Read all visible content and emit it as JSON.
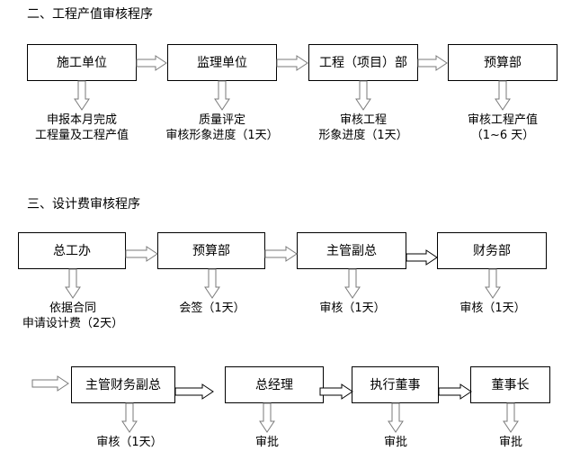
{
  "page": {
    "background": "#ffffff",
    "text_color": "#000000",
    "arrow_color": "#7a7a7a",
    "arrow_color_dark": "#000000",
    "border_color": "#000000"
  },
  "sections": [
    {
      "id": "section-two",
      "title": "二、工程产值审核程序",
      "rows": [
        {
          "id": "row-1",
          "nodes": [
            {
              "label": "施工单位"
            },
            {
              "label": "监理单位"
            },
            {
              "label": "工程（项目）部"
            },
            {
              "label": "预算部"
            }
          ],
          "captions": [
            {
              "lines": [
                "申报本月完成",
                "工程量及工程产值"
              ]
            },
            {
              "lines": [
                "质量评定",
                "审核形象进度（1天）"
              ]
            },
            {
              "lines": [
                "审核工程",
                "形象进度（1天）"
              ]
            },
            {
              "lines": [
                "审核工程产值",
                "（1~6 天）"
              ]
            }
          ]
        }
      ]
    },
    {
      "id": "section-three",
      "title": "三、设计费审核程序",
      "rows": [
        {
          "id": "row-2",
          "nodes": [
            {
              "label": "总工办"
            },
            {
              "label": "预算部"
            },
            {
              "label": "主管副总"
            },
            {
              "label": "财务部"
            }
          ],
          "captions": [
            {
              "lines": [
                "依据合同",
                "申请设计费（2天）"
              ]
            },
            {
              "lines": [
                "会签（1天）"
              ]
            },
            {
              "lines": [
                "审核（1天）"
              ]
            },
            {
              "lines": [
                "审核（1天）"
              ]
            }
          ]
        },
        {
          "id": "row-3",
          "nodes": [
            {
              "label": "主管财务副总"
            },
            {
              "label": "总经理"
            },
            {
              "label": "执行董事"
            },
            {
              "label": "董事长"
            }
          ],
          "captions": [
            {
              "lines": [
                "审核（1天）"
              ]
            },
            {
              "lines": [
                "审批"
              ]
            },
            {
              "lines": [
                "审批"
              ]
            },
            {
              "lines": [
                "审批"
              ]
            }
          ]
        }
      ]
    }
  ]
}
